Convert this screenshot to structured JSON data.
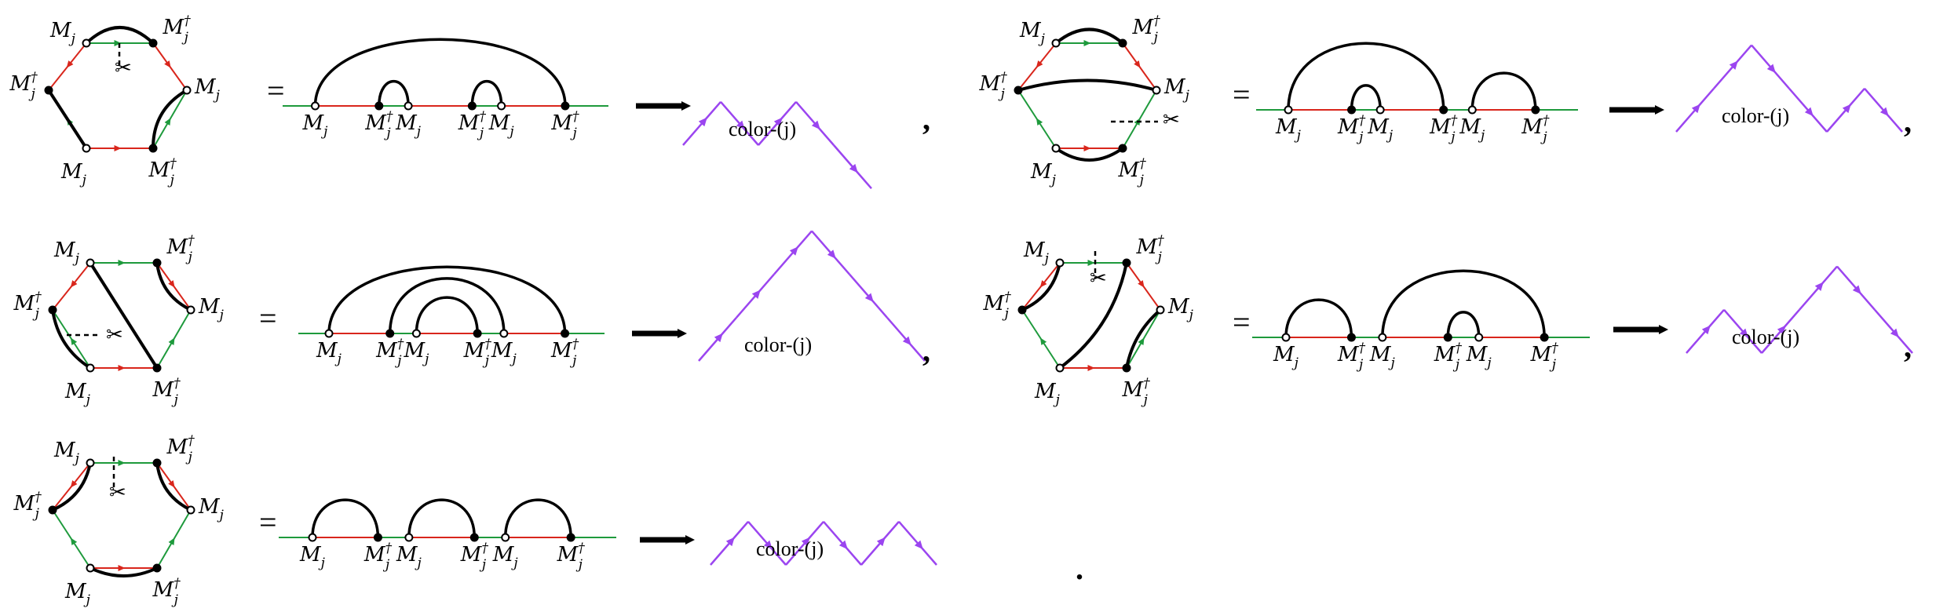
{
  "symbols": {
    "M": "M",
    "j": "j",
    "dagger": "†",
    "equals": "=",
    "comma": ",",
    "period": ".",
    "scissors": "✂"
  },
  "caption": "color-(j)",
  "colors": {
    "green": "#1e9a3c",
    "red": "#d9261c",
    "purple": "#9b45f0",
    "black": "#000000"
  },
  "rows": [
    {
      "chain": [
        "M",
        "Md",
        "M",
        "Md",
        "M",
        "Md"
      ],
      "arcs": [
        [
          0,
          5
        ],
        [
          1,
          2
        ],
        [
          3,
          4
        ]
      ],
      "path": [
        "up",
        "down",
        "up",
        "down",
        "down"
      ],
      "terminator": "comma"
    },
    {
      "chain": [
        "M",
        "Md",
        "M",
        "Md",
        "M",
        "Md"
      ],
      "arcs": [
        [
          0,
          3
        ],
        [
          1,
          2
        ],
        [
          4,
          5
        ]
      ],
      "path": [
        "up",
        "up",
        "down",
        "down",
        "up",
        "down"
      ],
      "terminator": "comma"
    },
    {
      "chain": [
        "M",
        "Md",
        "M",
        "Md",
        "M",
        "Md"
      ],
      "arcs": [
        [
          0,
          5
        ],
        [
          1,
          4
        ],
        [
          2,
          3
        ]
      ],
      "path": [
        "up",
        "up",
        "up",
        "down",
        "down",
        "down"
      ],
      "terminator": "comma"
    },
    {
      "chain": [
        "M",
        "Md",
        "M",
        "Md",
        "M",
        "Md"
      ],
      "arcs": [
        [
          0,
          1
        ],
        [
          2,
          5
        ],
        [
          3,
          4
        ]
      ],
      "path": [
        "up",
        "down",
        "up",
        "up",
        "down",
        "down"
      ],
      "terminator": "comma"
    },
    {
      "chain": [
        "M",
        "Md",
        "M",
        "Md",
        "M",
        "Md"
      ],
      "arcs": [
        [
          0,
          1
        ],
        [
          2,
          3
        ],
        [
          4,
          5
        ]
      ],
      "path": [
        "up",
        "down",
        "up",
        "down",
        "up",
        "down"
      ],
      "terminator": "period"
    }
  ]
}
